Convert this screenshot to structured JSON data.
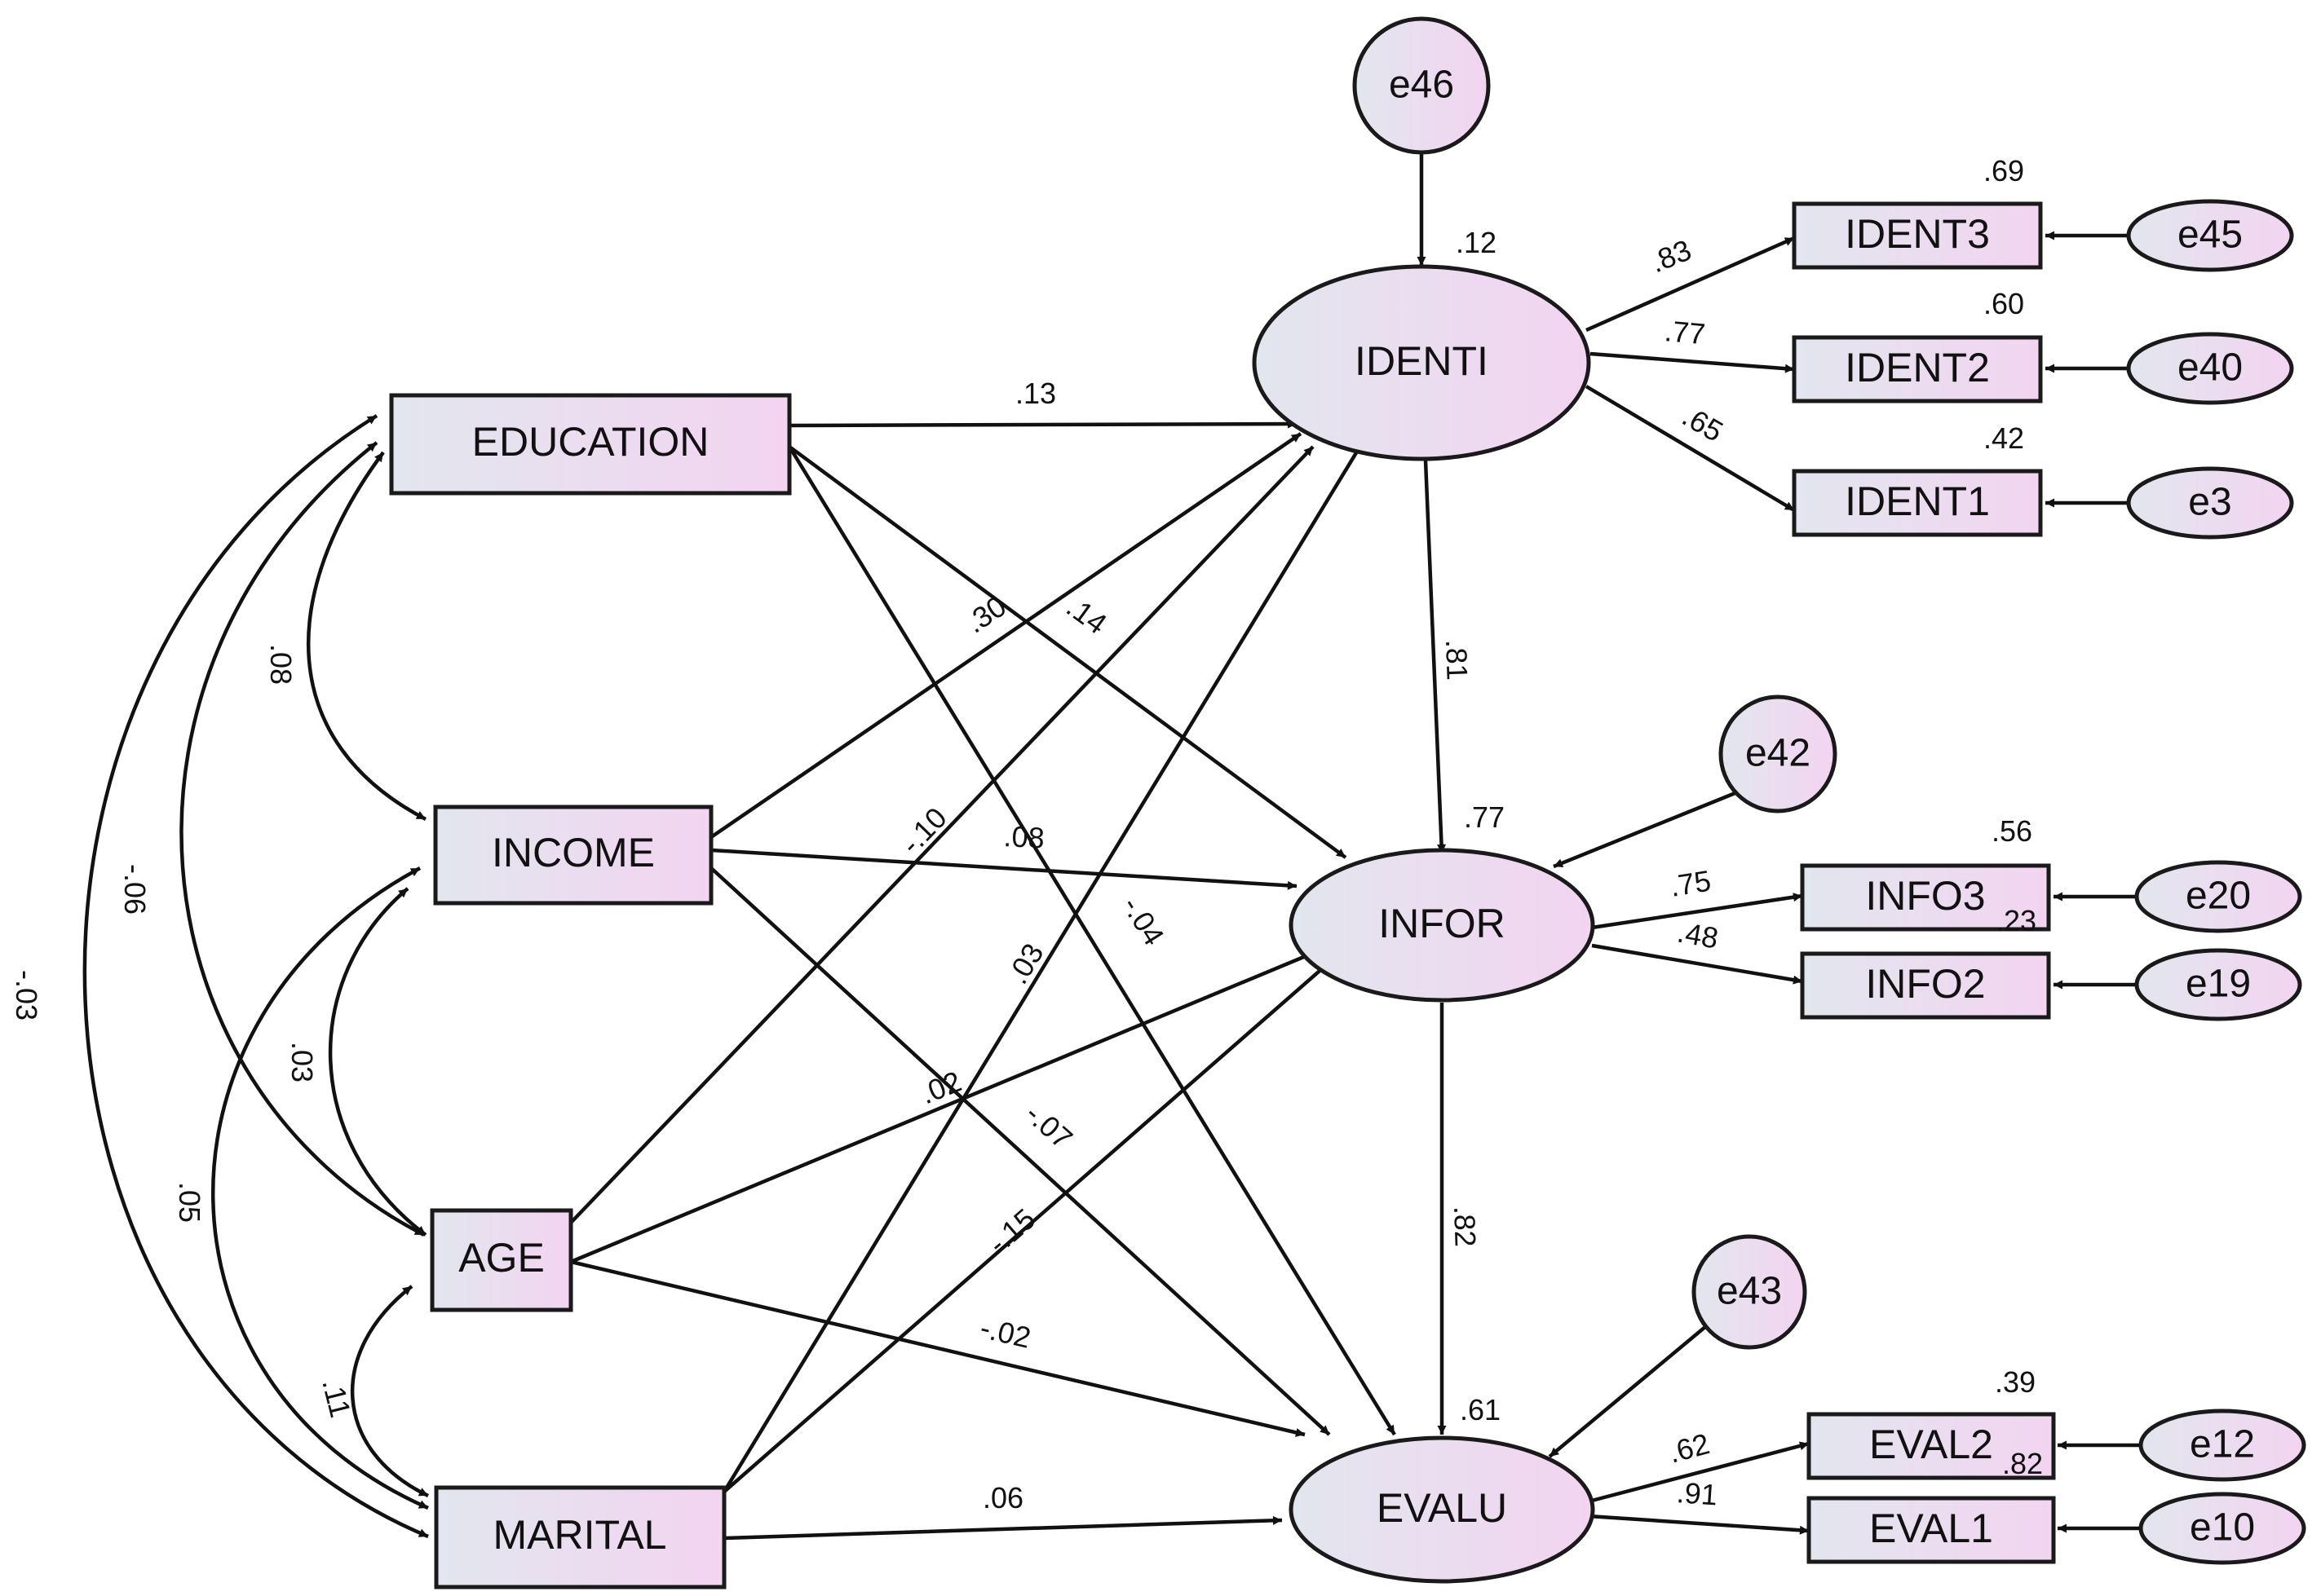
{
  "observed_exogenous": {
    "education": "EDUCATION",
    "income": "INCOME",
    "age": "AGE",
    "marital": "MARITAL"
  },
  "latent": {
    "identi": "IDENTI",
    "infor": "INFOR",
    "evalu": "EVALU"
  },
  "indicators": {
    "ident3": "IDENT3",
    "ident2": "IDENT2",
    "ident1": "IDENT1",
    "info3": "INFO3",
    "info2": "INFO2",
    "eval2": "EVAL2",
    "eval1": "EVAL1"
  },
  "errors": {
    "e46": "e46",
    "e42": "e42",
    "e43": "e43",
    "e45": "e45",
    "e40": "e40",
    "e3": "e3",
    "e20": "e20",
    "e19": "e19",
    "e12": "e12",
    "e10": "e10"
  },
  "r_squared": {
    "identi": ".12",
    "infor": ".77",
    "evalu": ".61",
    "ident3": ".69",
    "ident2": ".60",
    "ident1": ".42",
    "info3": ".56",
    "info2": ".23",
    "eval2": ".39",
    "eval1": ".82"
  },
  "loadings": {
    "ident3": ".83",
    "ident2": ".77",
    "ident1": ".65",
    "info3": ".75",
    "info2": ".48",
    "eval2": ".62",
    "eval1": ".91"
  },
  "paths": {
    "education_identi": ".13",
    "education_infor": ".14",
    "education_evalu": "-.04",
    "income_identi": ".30",
    "income_infor": ".08",
    "income_evalu": "-.07",
    "age_identi": "-.10",
    "age_infor": ".02",
    "age_evalu": "-.02",
    "marital_identi": ".03",
    "marital_infor": "-.15",
    "marital_evalu": ".06",
    "identi_infor": ".81",
    "infor_evalu": ".82"
  },
  "covariances": {
    "education_income": ".08",
    "education_age": "-.06",
    "education_marital": "-.03",
    "income_age": ".03",
    "income_marital": ".05",
    "age_marital": ".11"
  },
  "colors": {
    "fill_left": "#e2e6ee",
    "fill_right": "#f3d4f1",
    "stroke": "#1a1a1a"
  }
}
